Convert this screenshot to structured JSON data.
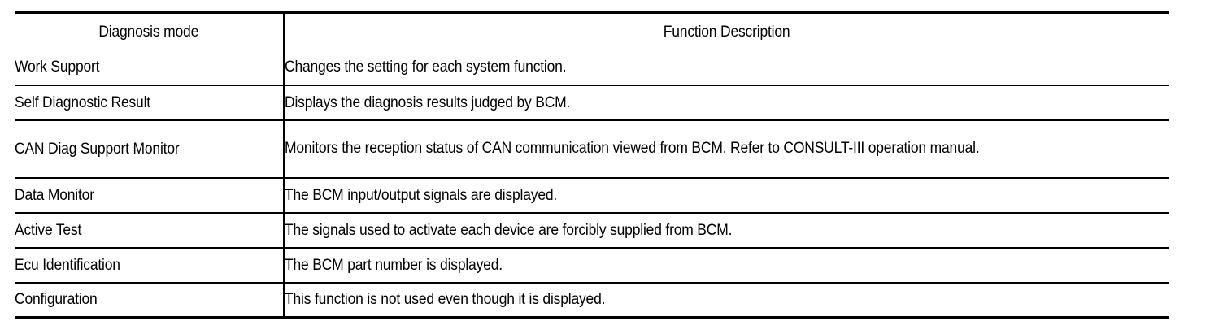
{
  "table": {
    "headers": {
      "mode": "Diagnosis mode",
      "description": "Function Description"
    },
    "rows": [
      {
        "mode": "Work Support",
        "description": "Changes the setting for each system function."
      },
      {
        "mode": "Self Diagnostic Result",
        "description": "Displays the diagnosis results judged by BCM."
      },
      {
        "mode": "CAN Diag Support Monitor",
        "description": "Monitors the reception status of CAN communication viewed from BCM. Refer to CONSULT-III operation manual."
      },
      {
        "mode": "Data Monitor",
        "description": "The BCM input/output signals are displayed."
      },
      {
        "mode": "Active Test",
        "description": "The signals used to activate each device are forcibly supplied from BCM."
      },
      {
        "mode": "Ecu Identification",
        "description": "The BCM part number is displayed."
      },
      {
        "mode": "Configuration",
        "description": "This function is not used even though it is displayed."
      }
    ]
  },
  "style": {
    "text_color": "#000000",
    "background_color": "#ffffff",
    "rule_color": "#000000"
  }
}
